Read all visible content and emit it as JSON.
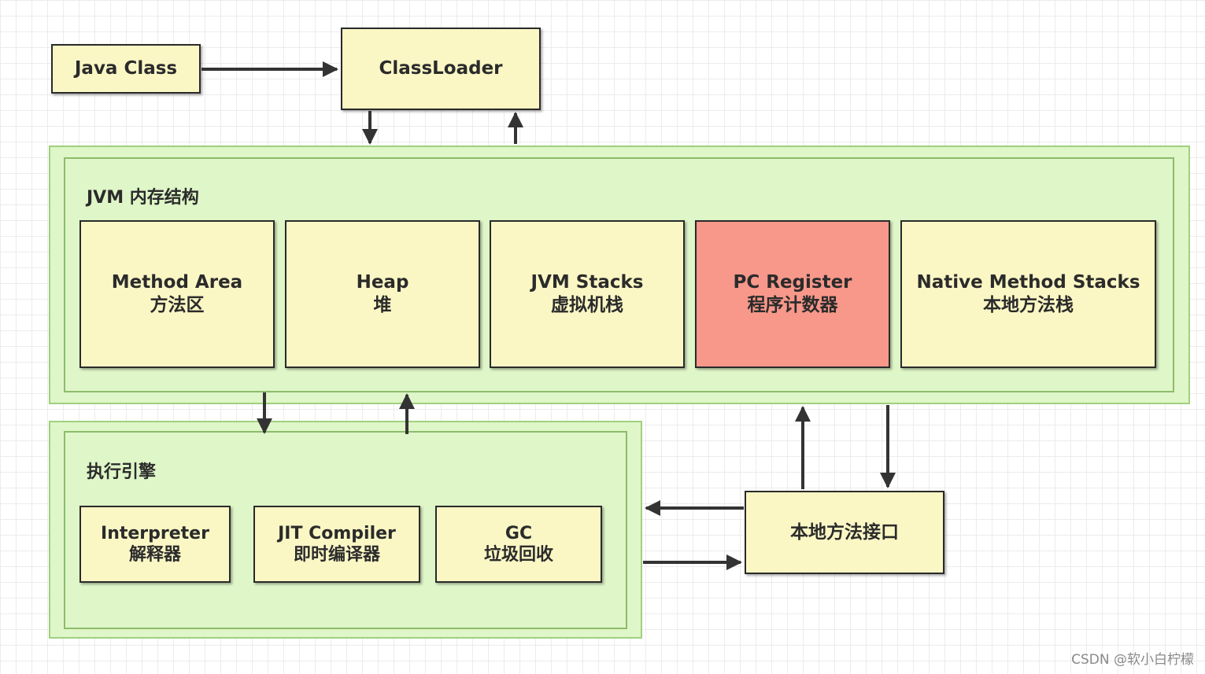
{
  "nodes": {
    "java_class": "Java Class",
    "classloader": "ClassLoader",
    "native_interface": "本地方法接口"
  },
  "jvm_memory": {
    "label": "JVM 内存结构",
    "areas": [
      {
        "en": "Method Area",
        "zh": "方法区"
      },
      {
        "en": "Heap",
        "zh": "堆"
      },
      {
        "en": "JVM Stacks",
        "zh": "虚拟机栈"
      },
      {
        "en": "PC Register",
        "zh": "程序计数器"
      },
      {
        "en": "Native Method Stacks",
        "zh": "本地方法栈"
      }
    ]
  },
  "execution_engine": {
    "label": "执行引擎",
    "parts": [
      {
        "en": "Interpreter",
        "zh": "解释器"
      },
      {
        "en": "JIT Compiler",
        "zh": "即时编译器"
      },
      {
        "en": "GC",
        "zh": "垃圾回收"
      }
    ]
  },
  "colors": {
    "box_fill": "#fbf7c5",
    "highlight_fill": "#f7988a",
    "group_fill": "#dff6c8",
    "arrow": "#333333"
  },
  "watermark": "CSDN @软小白柠檬"
}
